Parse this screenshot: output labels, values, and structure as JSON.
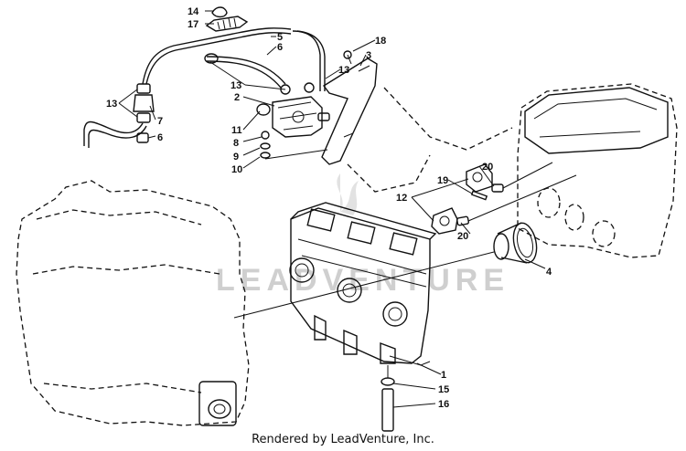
{
  "callouts": [
    {
      "id": "1",
      "text": "1"
    },
    {
      "id": "2",
      "text": "2"
    },
    {
      "id": "3",
      "text": "3"
    },
    {
      "id": "4",
      "text": "4"
    },
    {
      "id": "5",
      "text": "5"
    },
    {
      "id": "6a",
      "text": "6"
    },
    {
      "id": "6b",
      "text": "6"
    },
    {
      "id": "7",
      "text": "7"
    },
    {
      "id": "8",
      "text": "8"
    },
    {
      "id": "9",
      "text": "9"
    },
    {
      "id": "10",
      "text": "10"
    },
    {
      "id": "11",
      "text": "11"
    },
    {
      "id": "12",
      "text": "12"
    },
    {
      "id": "13a",
      "text": "13"
    },
    {
      "id": "13b",
      "text": "13"
    },
    {
      "id": "13c",
      "text": "13"
    },
    {
      "id": "14",
      "text": "14"
    },
    {
      "id": "15",
      "text": "15"
    },
    {
      "id": "16",
      "text": "16"
    },
    {
      "id": "17",
      "text": "17"
    },
    {
      "id": "18",
      "text": "18"
    },
    {
      "id": "19",
      "text": "19"
    },
    {
      "id": "20a",
      "text": "20"
    },
    {
      "id": "20b",
      "text": "20"
    }
  ],
  "watermark": "LEADVENTURE",
  "footer_text": "Rendered by LeadVenture, Inc."
}
